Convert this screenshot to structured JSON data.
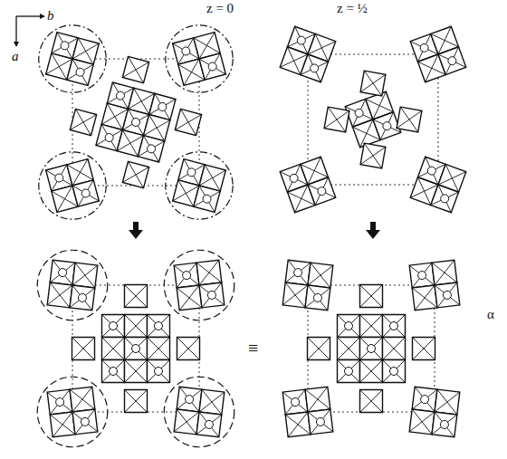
{
  "diagram": {
    "labels": [
      "z = 0",
      "z = ½",
      "b",
      "a",
      "≡",
      "α"
    ]
  }
}
